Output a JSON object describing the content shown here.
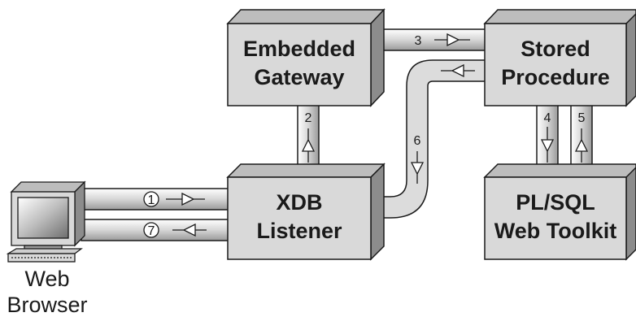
{
  "boxes": {
    "gateway": {
      "line1": "Embedded",
      "line2": "Gateway"
    },
    "stored": {
      "line1": "Stored",
      "line2": "Procedure"
    },
    "xdb": {
      "line1": "XDB",
      "line2": "Listener"
    },
    "plsql": {
      "line1": "PL/SQL",
      "line2": "Web Toolkit"
    }
  },
  "browser": {
    "line1": "Web",
    "line2": "Browser"
  },
  "steps": [
    "1",
    "2",
    "3",
    "4",
    "5",
    "6",
    "7"
  ],
  "colors": {
    "box_front": "#d9d9d9",
    "box_side": "#8c8c8c",
    "box_top": "#bdbdbd",
    "pipe": "#dcdcdc",
    "outline": "#1a1a1a"
  }
}
